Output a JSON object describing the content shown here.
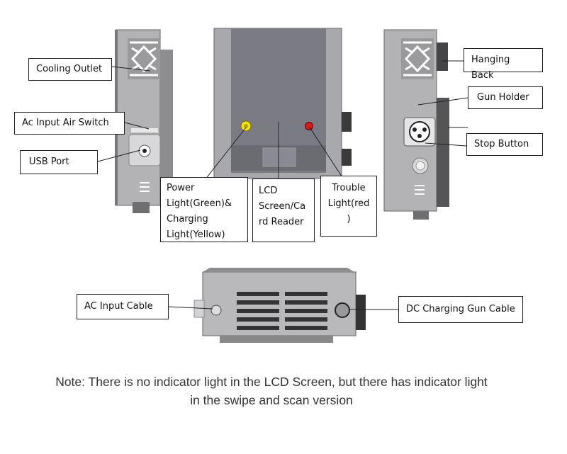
{
  "labels": {
    "cooling_outlet": "Cooling Outlet",
    "ac_input_air_switch": "Ac Input Air Switch",
    "usb_port": "USB Port",
    "power_light": [
      "Power",
      "Light(Green)&",
      "Charging",
      "Light(Yellow)"
    ],
    "lcd_screen": [
      "LCD",
      "Screen/Ca",
      "rd Reader"
    ],
    "trouble_light": [
      "Trouble",
      "Light(red",
      ")"
    ],
    "hanging_back": "Hanging Back",
    "gun_holder": "Gun Holder",
    "stop_button": "Stop Button",
    "ac_input_cable": "AC Input Cable",
    "dc_charging_gun_cable": "DC Charging Gun Cable"
  },
  "note": {
    "line1": "Note: There is no indicator light in the LCD Screen, but there has indicator light",
    "line2": "in the swipe and scan version"
  },
  "colors": {
    "body_gray": "#a7a7ab",
    "screen_gray": "#7b7b84",
    "power_light": "#f0e21a",
    "trouble_light": "#d41a1a"
  }
}
